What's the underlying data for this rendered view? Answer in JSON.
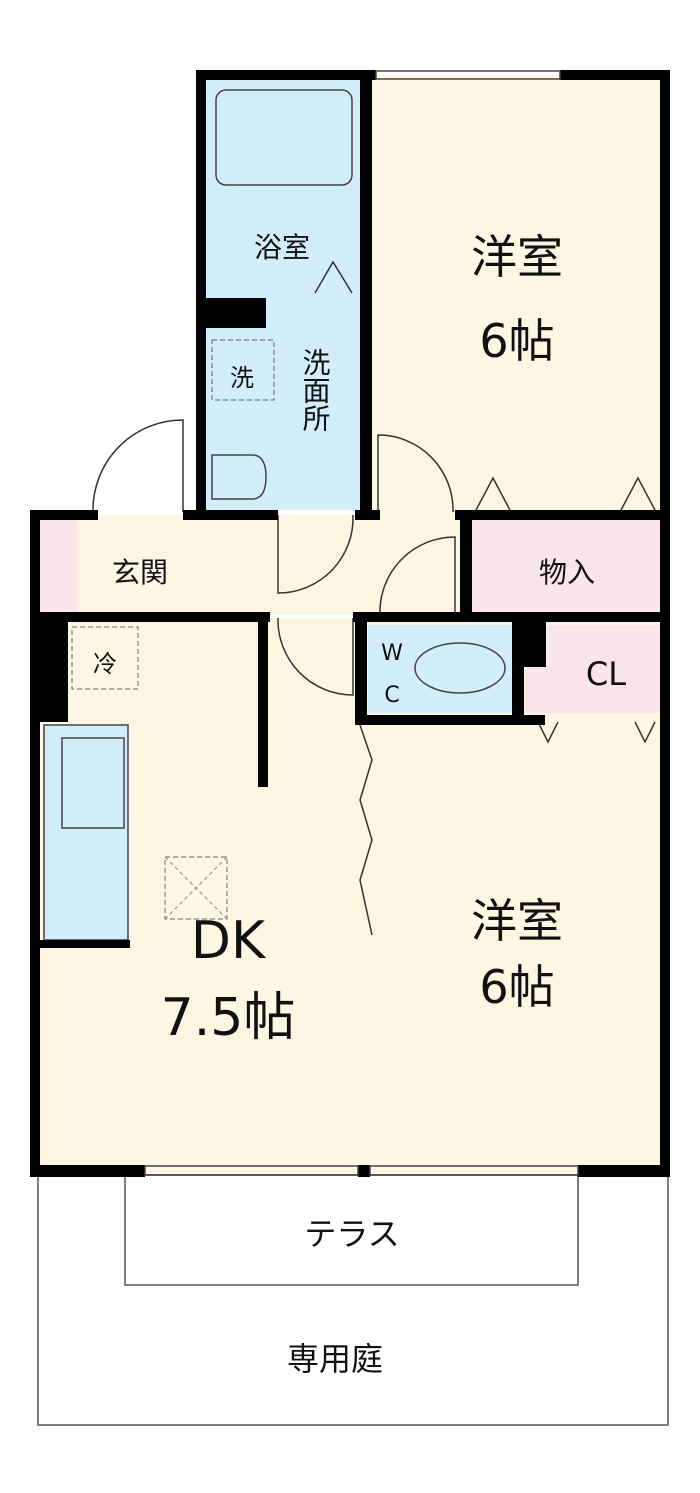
{
  "rooms": {
    "western_top": {
      "name": "洋室",
      "size": "6帖"
    },
    "bath": "浴室",
    "washroom": "洗面所",
    "washer": "洗",
    "entrance": "玄関",
    "storage": "物入",
    "wc_w": "W",
    "wc_c": "C",
    "closet": "CL",
    "fridge": "冷",
    "dk": {
      "name": "DK",
      "size": "7.5帖"
    },
    "western_bottom": {
      "name": "洋室",
      "size": "6帖"
    },
    "terrace": "テラス",
    "garden": "専用庭"
  },
  "colors": {
    "floor": "#fdf6e3",
    "wet": "#d3eefb",
    "storage": "#fbe5ec",
    "wall": "#000000"
  }
}
